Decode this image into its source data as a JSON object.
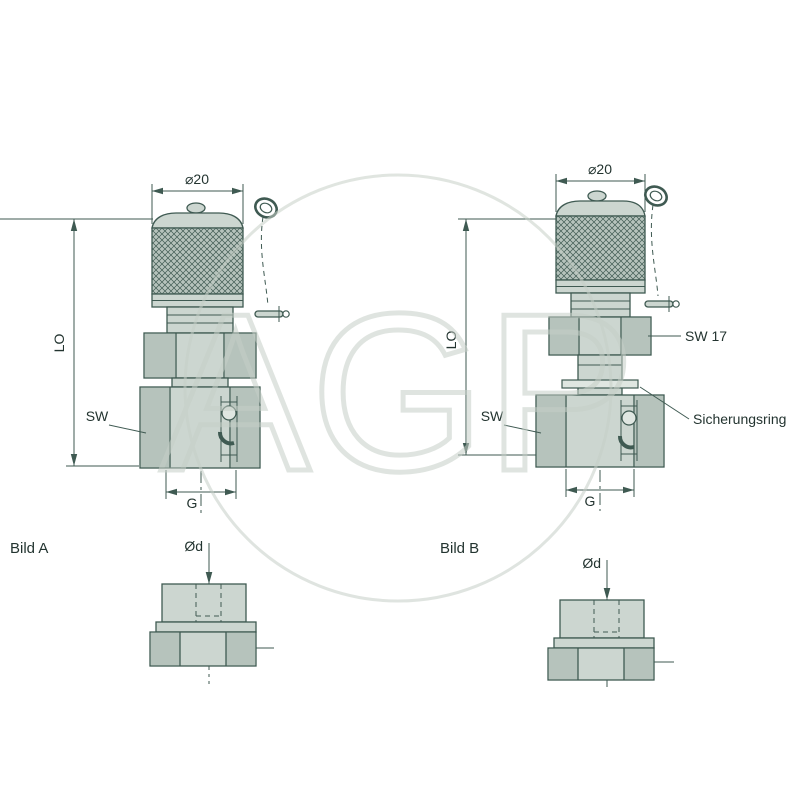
{
  "colors": {
    "line": "#3f5a52",
    "metal": "#ccd6d0",
    "metal_dark": "#b6c3bc",
    "metal_light": "#dfe6e1",
    "watermark": "#c6cfc7",
    "text": "#233430"
  },
  "watermark": {
    "text": "AGP"
  },
  "figure_a": {
    "caption": "Bild A",
    "dim_diameter": "⌀20",
    "dim_length": "LO",
    "label_wrench": "SW",
    "dim_thread": "G",
    "dim_bore": "Ød"
  },
  "figure_b": {
    "caption": "Bild B",
    "dim_diameter": "⌀20",
    "dim_length": "LO",
    "label_wrench": "SW",
    "label_cap_wrench": "SW 17",
    "label_retaining_ring": "Sicherungsring",
    "dim_thread": "G",
    "dim_bore": "Ød"
  }
}
